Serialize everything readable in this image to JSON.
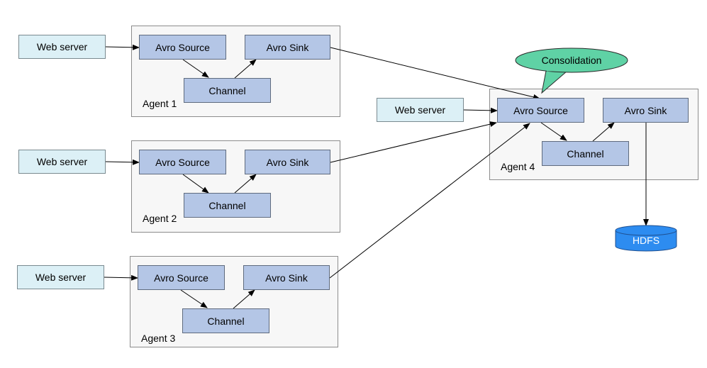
{
  "web_server_label": "Web server",
  "agents": [
    {
      "label": "Agent 1",
      "source": "Avro Source",
      "sink": "Avro Sink",
      "channel": "Channel"
    },
    {
      "label": "Agent 2",
      "source": "Avro Source",
      "sink": "Avro Sink",
      "channel": "Channel"
    },
    {
      "label": "Agent 3",
      "source": "Avro Source",
      "sink": "Avro Sink",
      "channel": "Channel"
    },
    {
      "label": "Agent 4",
      "source": "Avro Source",
      "sink": "Avro Sink",
      "channel": "Channel"
    }
  ],
  "consolidation_label": "Consolidation",
  "hdfs_label": "HDFS",
  "colors": {
    "component_fill": "#b4c6e6",
    "web_server_fill": "#dcf0f6",
    "agent_fill": "#f7f7f7",
    "consolidation_fill": "#5fd2a5",
    "hdfs_fill": "#2d8cf0"
  }
}
